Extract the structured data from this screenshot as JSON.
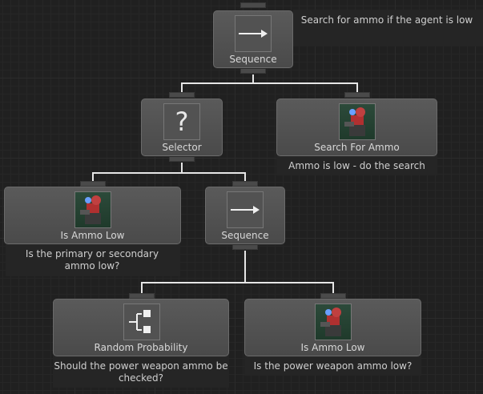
{
  "nodes": {
    "root_sequence": {
      "title": "Sequence",
      "icon": "sequence-arrow-icon",
      "comment": "Search for ammo if the agent is low"
    },
    "selector": {
      "title": "Selector",
      "icon": "question-mark-icon",
      "glyph": "?"
    },
    "search_for_ammo": {
      "title": "Search For Ammo",
      "icon": "soldier-portrait-icon",
      "comment": "Ammo is low - do the search"
    },
    "is_ammo_low_1": {
      "title": "Is Ammo Low",
      "icon": "soldier-portrait-icon",
      "comment": "Is the primary or secondary ammo low?"
    },
    "sequence_2": {
      "title": "Sequence",
      "icon": "sequence-arrow-icon"
    },
    "random_probability": {
      "title": "Random Probability",
      "icon": "probability-branch-icon",
      "comment": "Should the power weapon ammo be checked?"
    },
    "is_ammo_low_2": {
      "title": "Is Ammo Low",
      "icon": "soldier-portrait-icon",
      "comment": "Is the power weapon ammo low?"
    }
  },
  "colors": {
    "canvas": "#202020",
    "node": "#505050",
    "link": "#e6e6e6",
    "text": "#d8d8d8"
  }
}
